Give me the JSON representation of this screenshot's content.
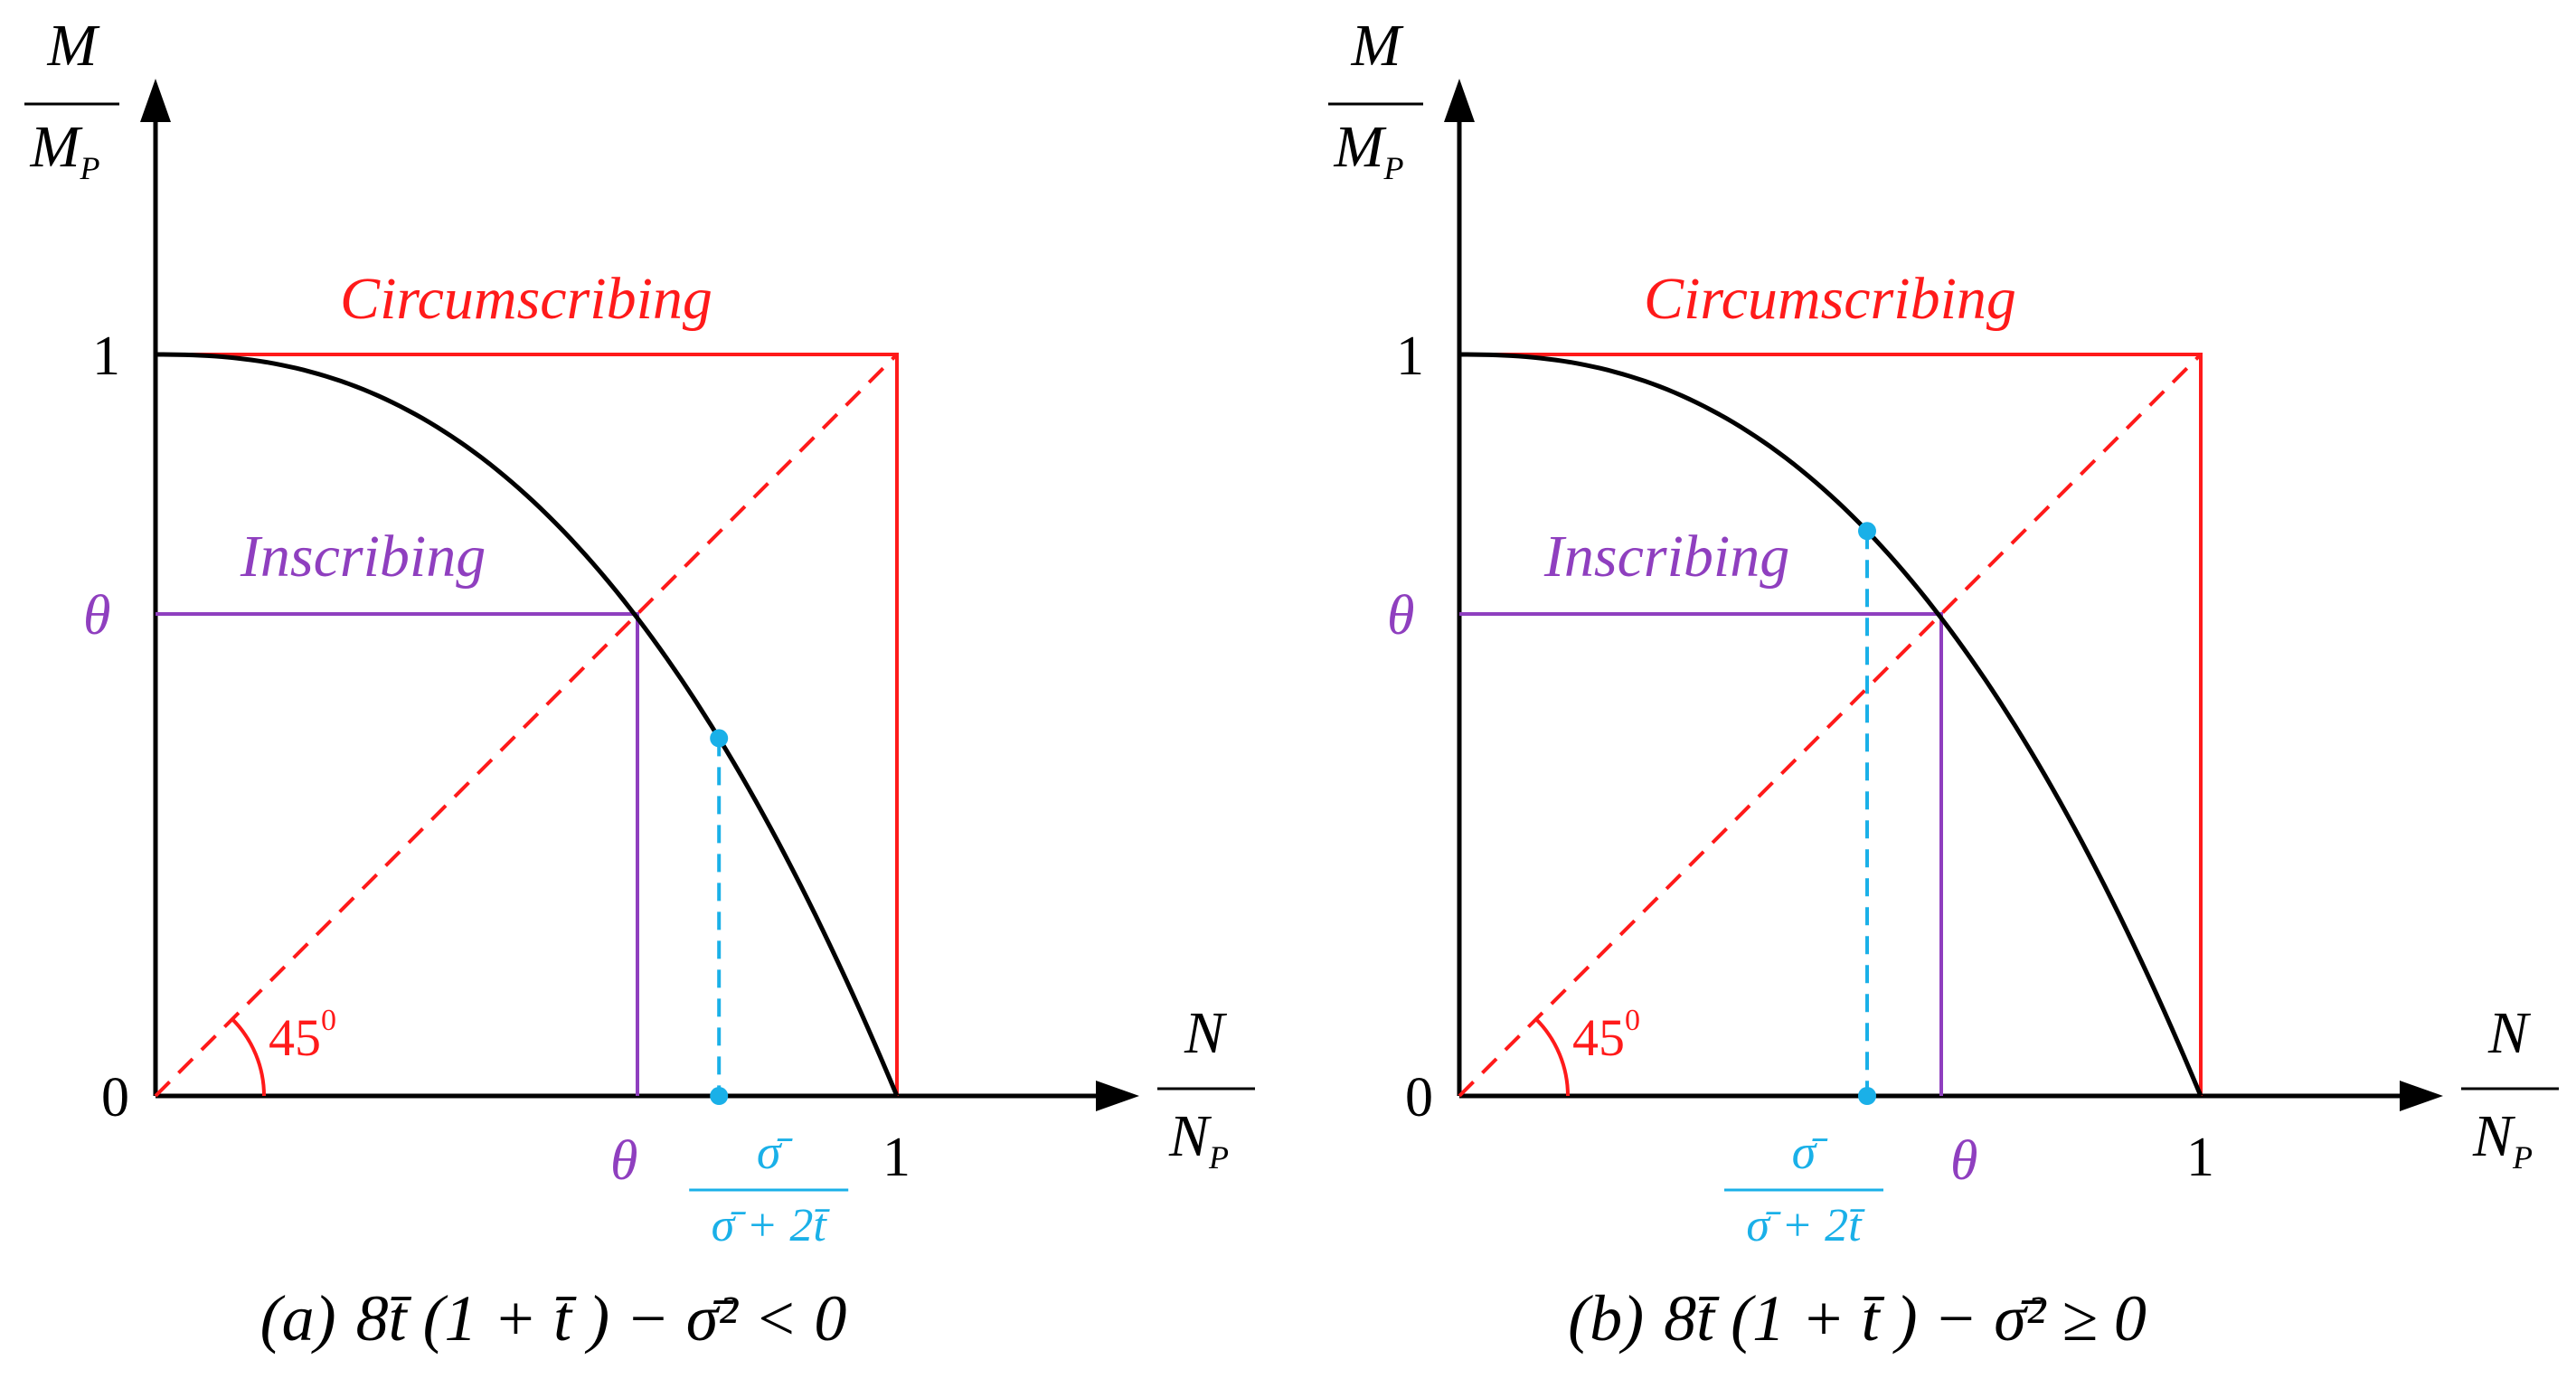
{
  "figure": {
    "colors": {
      "axis": "#000000",
      "curve": "#000000",
      "circumscribing": "#ff1a1a",
      "inscribing": "#8f3fbf",
      "marker": "#1ab0e8"
    },
    "axes": {
      "y_label_num": "M",
      "y_label_den": "M",
      "y_label_den_sub": "P",
      "x_label_num": "N",
      "x_label_den": "N",
      "x_label_den_sub": "P",
      "origin_label": "0",
      "one_label": "1"
    },
    "curve_labels": {
      "circumscribing": "Circumscribing",
      "inscribing": "Inscribing",
      "theta": "θ",
      "angle": "45",
      "angle_sup": "0"
    },
    "marker_label": {
      "numerator": "σ̄",
      "denominator": "σ̄ + 2t̄"
    },
    "panels": [
      {
        "tag": "(a)",
        "condition": "8t̄ (1 + t̄ ) − σ̄² < 0",
        "theta": 0.65,
        "marker_x": 0.76
      },
      {
        "tag": "(b)",
        "condition": "8t̄ (1 + t̄ ) − σ̄² ≥ 0",
        "theta": 0.65,
        "marker_x": 0.55
      }
    ]
  }
}
